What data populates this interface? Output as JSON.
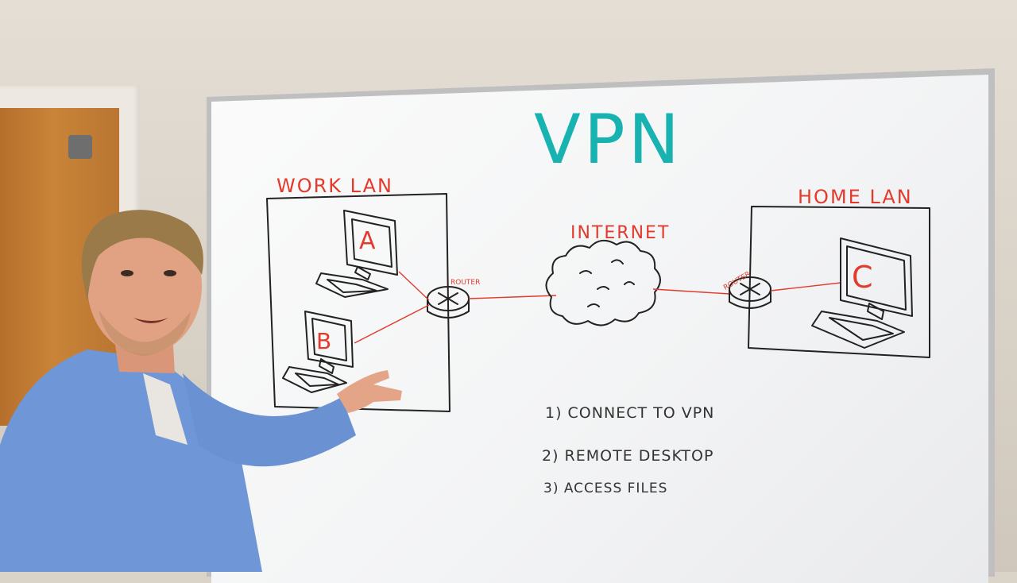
{
  "whiteboard": {
    "title": "VPN",
    "work_lan_label": "WORK LAN",
    "home_lan_label": "HOME LAN",
    "internet_label": "INTERNET",
    "router_label": "ROUTER",
    "computer_a_label": "A",
    "computer_b_label": "B",
    "computer_c_label": "C",
    "steps": [
      "1) CONNECT TO VPN",
      "2) REMOTE DESKTOP",
      "3) ACCESS FILES"
    ]
  },
  "colors": {
    "title": "#18b3b1",
    "labels": "#e23b2d",
    "ink": "#222222",
    "shirt": "#6f96d6"
  }
}
